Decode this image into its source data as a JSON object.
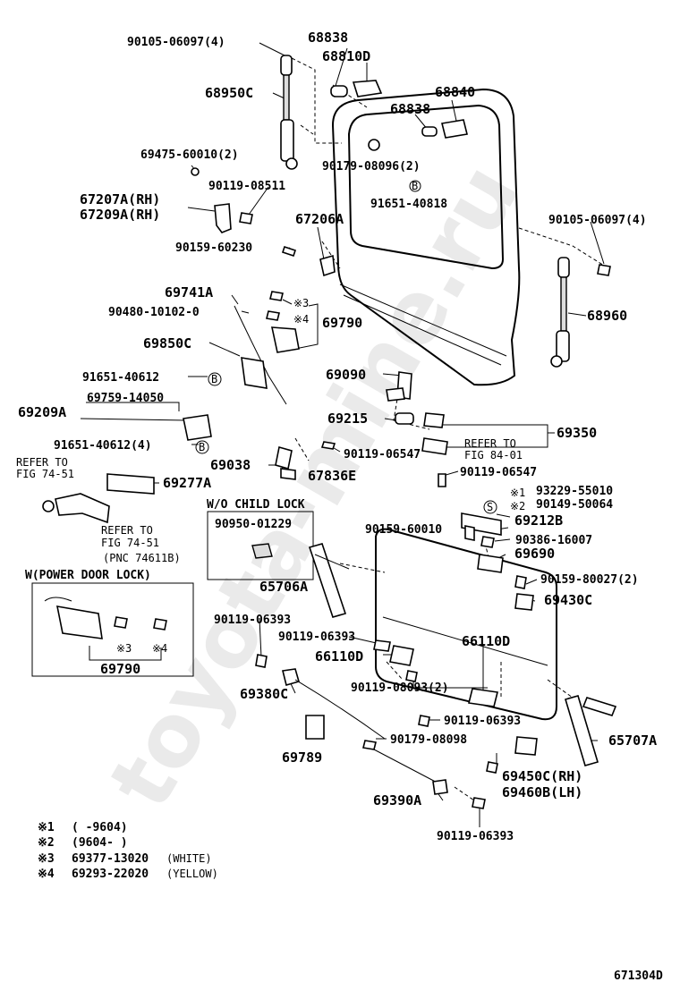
{
  "watermark": "toyota-mine.ru",
  "figure_code": "671304D",
  "parts": {
    "p68838a": "68838",
    "p90105a": "90105-06097(4)",
    "p68810d": "68810D",
    "p68950c": "68950C",
    "p68840": "68840",
    "p68838b": "68838",
    "p69475": "69475-60010(2)",
    "p90179a": "90179-08096(2)",
    "p90119a": "90119-08511",
    "p67207a": "67207A(RH)",
    "p67209a": "67209A(RH)",
    "p91651a": "91651-40818",
    "p67206a": "67206A",
    "p90105b": "90105-06097(4)",
    "p90159a": "90159-60230",
    "p69741a": "69741A",
    "p90480": "90480-10102-0",
    "p69790a": "69790",
    "p68960": "68960",
    "p69850c": "69850C",
    "p69090": "69090",
    "p91651b": "91651-40612",
    "p69759": "69759-14050",
    "p69209a": "69209A",
    "p69215": "69215",
    "p69350": "69350",
    "p91651c": "91651-40612(4)",
    "p90119b": "90119-06547",
    "refer8401a": "REFER TO",
    "refer8401b": "FIG 84-01",
    "p90119c": "90119-06547",
    "p69038": "69038",
    "p67836e": "67836E",
    "refer7451a": "REFER TO",
    "refer7451b": "FIG 74-51",
    "p69277a": "69277A",
    "wo_child_lock": "W/O CHILD LOCK",
    "p90950": "90950-01229",
    "p93229": "93229-55010",
    "p90149": "90149-50064",
    "p69212b": "69212B",
    "p90159b": "90159-60010",
    "p90386": "90386-16007",
    "refer7451c": "REFER TO",
    "refer7451d": "FIG 74-51",
    "pnc": "(PNC 74611B)",
    "p69690": "69690",
    "power_lock": "W(POWER DOOR LOCK)",
    "p90159c": "90159-80027(2)",
    "p65706a": "65706A",
    "p69430c": "69430C",
    "p69790b": "69790",
    "p90119d": "90119-06393",
    "p90119e": "90119-06393",
    "p66110d_a": "66110D",
    "p66110d_b": "66110D",
    "p90119f": "90119-08093(2)",
    "p69380c": "69380C",
    "p90119g": "90119-06393",
    "p65707a": "65707A",
    "p69789": "69789",
    "p90179b": "90179-08098",
    "p69450c": "69450C(RH)",
    "p69460b": "69460B(LH)",
    "p69390a": "69390A",
    "p90119h": "90119-06393",
    "mark_s": "S",
    "mark_b": "B",
    "mark_x1": "※1",
    "mark_x2": "※2",
    "mark_x3": "※3",
    "mark_x4": "※4"
  },
  "notes": {
    "n1_mark": "※1",
    "n1_text": "(      -9604)",
    "n2_mark": "※2",
    "n2_text": "(9604-      )",
    "n3_mark": "※3",
    "n3_text": "69377-13020",
    "n3_color": "(WHITE)",
    "n4_mark": "※4",
    "n4_text": "69293-22020",
    "n4_color": "(YELLOW)"
  }
}
